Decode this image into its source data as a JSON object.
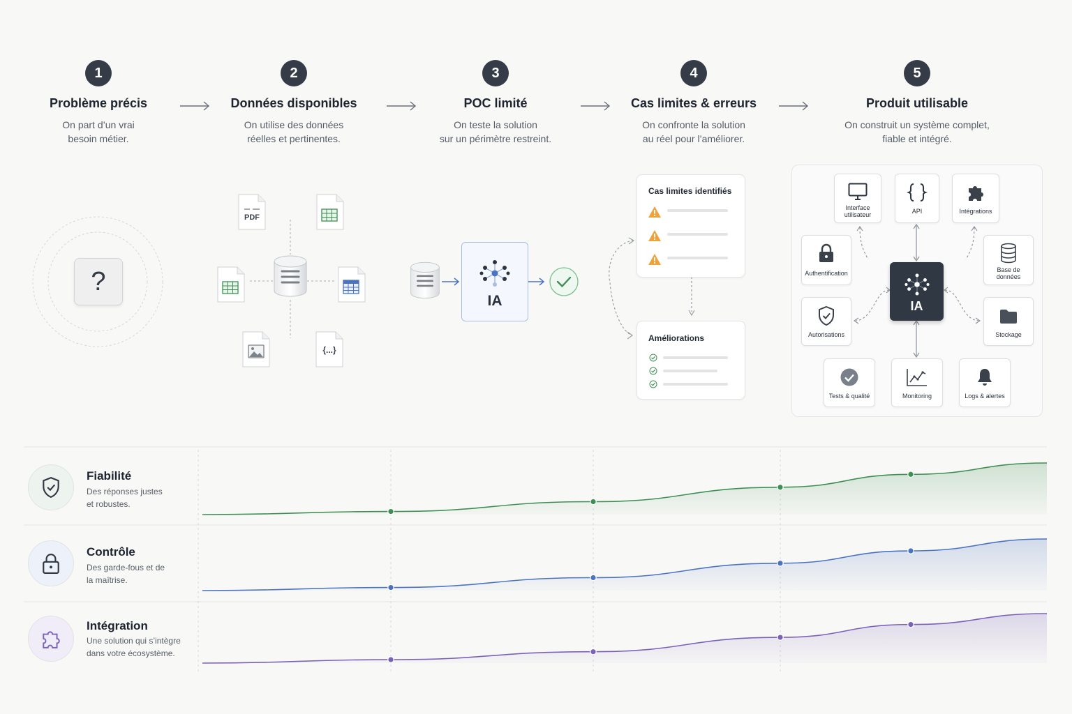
{
  "steps": [
    {
      "num": "1",
      "title": "Problème précis",
      "desc": "On part d’un vrai\nbesoin métier."
    },
    {
      "num": "2",
      "title": "Données disponibles",
      "desc": "On utilise des données\nréelles et pertinentes."
    },
    {
      "num": "3",
      "title": "POC limité",
      "desc": "On teste la solution\nsur un périmètre restreint."
    },
    {
      "num": "4",
      "title": "Cas limites & erreurs",
      "desc": "On confronte la solution\nau réel pour l’améliorer."
    },
    {
      "num": "5",
      "title": "Produit utilisable",
      "desc": "On construit un système complet,\nfiable et intégré."
    }
  ],
  "step1": {
    "question_mark": "?"
  },
  "step2": {
    "pdf_label": "PDF",
    "json_label": "{...}"
  },
  "step3": {
    "ia_label": "IA"
  },
  "step4": {
    "cases_title": "Cas limites identifiés",
    "improvements_title": "Améliorations"
  },
  "step5": {
    "ia_label": "IA",
    "modules": {
      "ui": "Interface\nutilisateur",
      "api": "API",
      "integrations": "Intégrations",
      "auth": "Authentification",
      "database": "Base de\ndonnées",
      "permissions": "Autorisations",
      "storage": "Stockage",
      "tests": "Tests & qualité",
      "monitoring": "Monitoring",
      "logs": "Logs & alertes"
    }
  },
  "metrics": [
    {
      "title": "Fiabilité",
      "desc": "Des réponses justes\net robustes.",
      "color": "#3f8f55",
      "values": [
        0.0,
        0.06,
        0.25,
        0.53,
        0.78,
        1.0
      ]
    },
    {
      "title": "Contrôle",
      "desc": "Des garde-fous et de\nla maîtrise.",
      "color": "#4a73c2",
      "values": [
        0.0,
        0.06,
        0.25,
        0.53,
        0.77,
        1.0
      ]
    },
    {
      "title": "Intégration",
      "desc": "Une solution qui s’intègre\ndans votre écosystème.",
      "color": "#7b62b8",
      "values": [
        0.0,
        0.07,
        0.23,
        0.52,
        0.78,
        1.0
      ]
    }
  ],
  "colors": {
    "dark": "#353c47",
    "blue": "#4a73c2",
    "green": "#3f8f55",
    "purple": "#7b62b8",
    "warning": "#f0a23a"
  }
}
